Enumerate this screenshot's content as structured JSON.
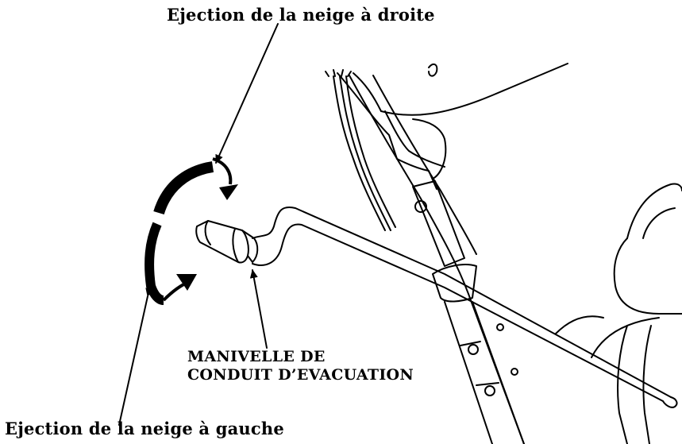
{
  "labels": {
    "eject_right": "Ejection de la neige à droite",
    "eject_left": "Ejection de la neige à gauche",
    "crank_line1": "MANIVELLE DE",
    "crank_line2": "CONDUIT D’EVACUATION"
  },
  "colors": {
    "ink": "#000000",
    "background": "#ffffff"
  }
}
